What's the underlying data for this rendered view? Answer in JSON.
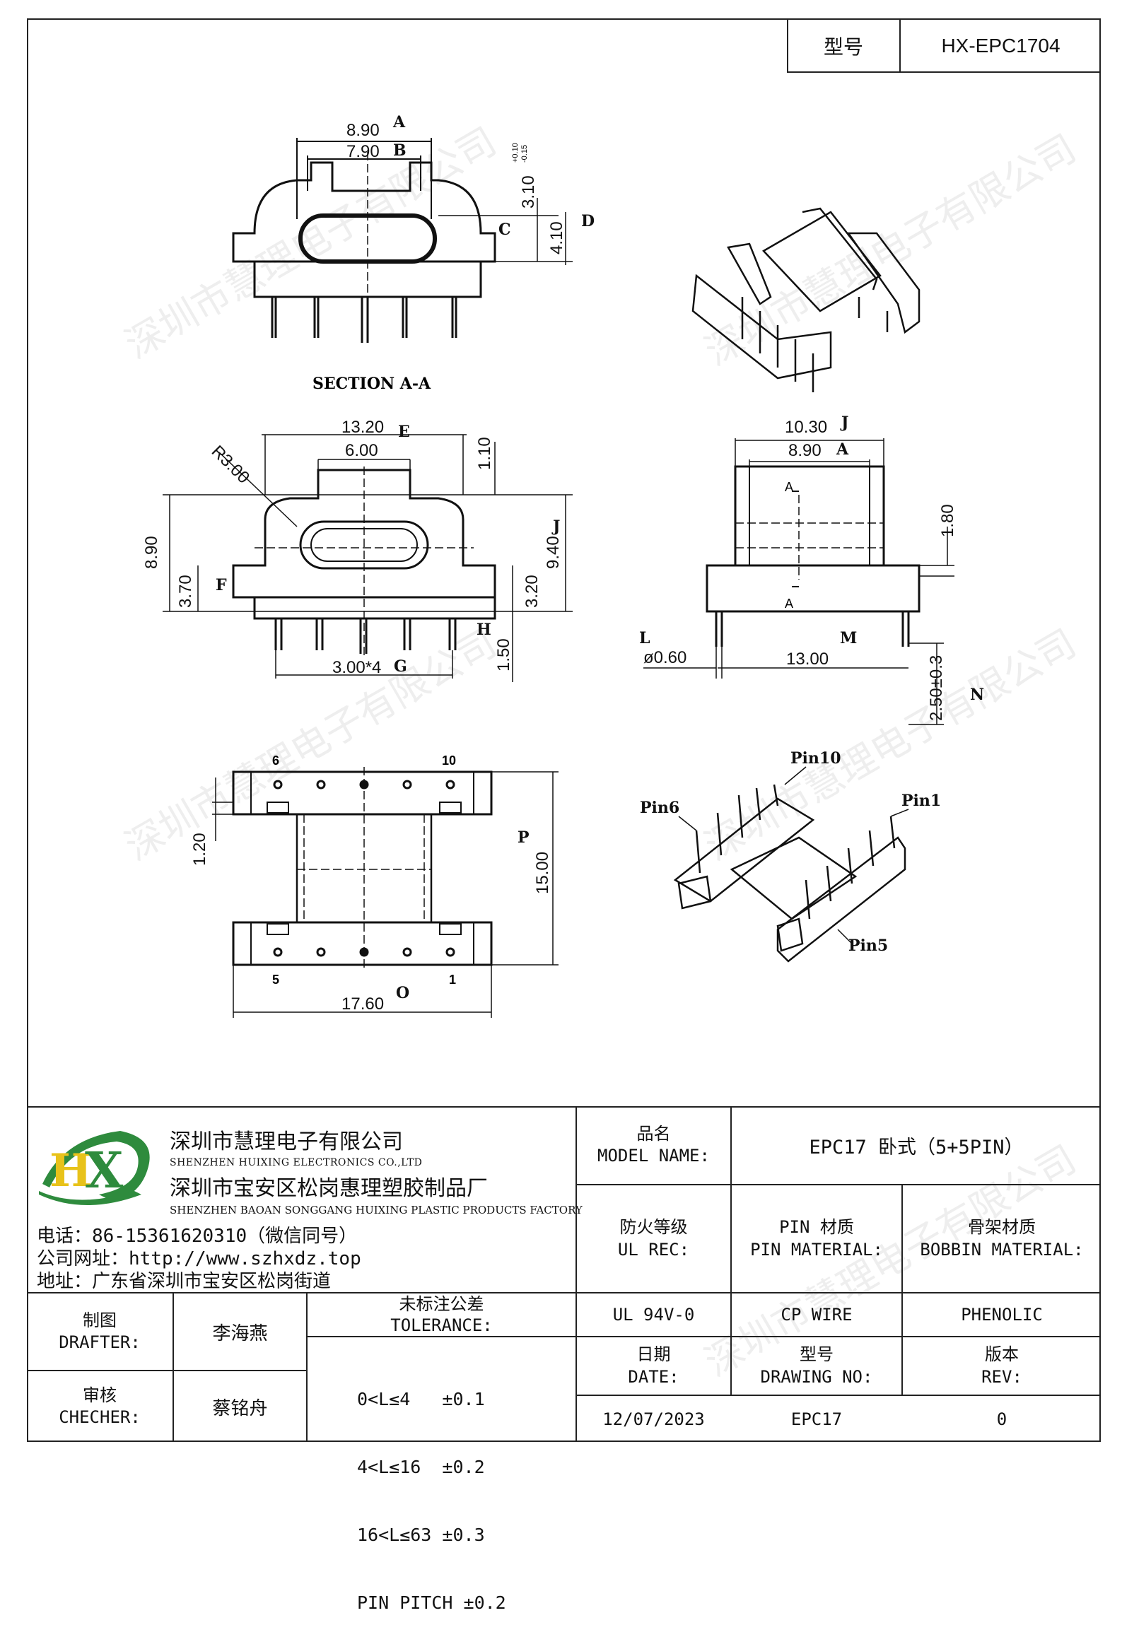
{
  "header": {
    "model_label": "型号",
    "model_value": "HX-EPC1704"
  },
  "watermark": "深圳市慧理电子有限公司",
  "drawing": {
    "section_label": "SECTION A-A",
    "top_dims": {
      "d1": "8.90",
      "d1_tag": "A",
      "d2": "7.90",
      "d2_tag": "B",
      "d3": "3.10",
      "d3_tol_plus": "+0.10",
      "d3_tol_minus": "-0.15",
      "d3_tag": "C",
      "d4": "4.10",
      "d4_tag": "D"
    },
    "front_dims": {
      "w": "13.20",
      "w_tag": "E",
      "slot": "6.00",
      "r": "R3.00",
      "h": "8.90",
      "h2": "9.40",
      "h2_tag": "J",
      "h3": "3.70",
      "h3_tag": "F",
      "h4": "3.20",
      "top": "1.10",
      "pin": "1.50",
      "pin_tag": "H",
      "pitch": "3.00*4",
      "pitch_tag": "G"
    },
    "side_dims": {
      "w": "10.30",
      "w_tag": "J",
      "inner": "8.90",
      "inner_tag": "A",
      "sec": "A",
      "h": "1.80",
      "dia": "ø0.60",
      "dia_tag": "L",
      "span": "13.00",
      "span_tag": "M",
      "len": "2.50±0.3",
      "len_tag": "N"
    },
    "bottom_dims": {
      "pin_left": "6",
      "pin_right": "10",
      "pin_bl": "5",
      "pin_br": "1",
      "gap": "1.20",
      "h": "15.00",
      "h_tag": "P",
      "w": "17.60",
      "w_tag": "O"
    },
    "iso_labels": {
      "pin10": "Pin10",
      "pin6": "Pin6",
      "pin1": "Pin1",
      "pin5": "Pin5"
    }
  },
  "company": {
    "name_cn": "深圳市慧理电子有限公司",
    "name_en": "SHENZHEN HUIXING ELECTRONICS CO.,LTD",
    "factory_cn": "深圳市宝安区松岗惠理塑胶制品厂",
    "factory_en": "SHENZHEN BAOAN SONGGANG HUIXING PLASTIC PRODUCTS FACTORY",
    "phone": "电话：86-15361620310（微信同号）",
    "web": "公司网址：http://www.szhxdz.top",
    "address": "地址：广东省深圳市宝安区松岗街道",
    "logo_h": "H",
    "logo_x": "X",
    "brand_colors": {
      "green": "#2e8b3d",
      "yellow": "#e8c21a"
    }
  },
  "title_block": {
    "model_name_cn": "品名",
    "model_name_en": "MODEL NAME:",
    "model_name_value": "EPC17 卧式（5+5PIN）",
    "ul_cn": "防火等级",
    "ul_en": "UL REC:",
    "pin_mat_cn": "PIN 材质",
    "pin_mat_en": "PIN MATERIAL:",
    "bobbin_cn": "骨架材质",
    "bobbin_en": "BOBBIN MATERIAL:",
    "ul_value": "UL 94V-0",
    "pin_value": "CP WIRE",
    "bobbin_value": "PHENOLIC",
    "drafter_cn": "制图",
    "drafter_en": "DRAFTER:",
    "drafter_name": "李海燕",
    "checker_cn": "审核",
    "checker_en": "CHECHER:",
    "checker_name": "蔡铭舟",
    "tol_cn": "未标注公差",
    "tol_en": "TOLERANCE:",
    "tol_rows": [
      "0<L≤4   ±0.1",
      "4<L≤16  ±0.2",
      "16<L≤63 ±0.3",
      "PIN PITCH ±0.2"
    ],
    "date_cn": "日期",
    "date_en": "DATE:",
    "date_value": "12/07/2023",
    "dwg_cn": "型号",
    "dwg_en": "DRAWING NO:",
    "dwg_value": "EPC17",
    "rev_cn": "版本",
    "rev_en": "REV:",
    "rev_value": "0"
  }
}
